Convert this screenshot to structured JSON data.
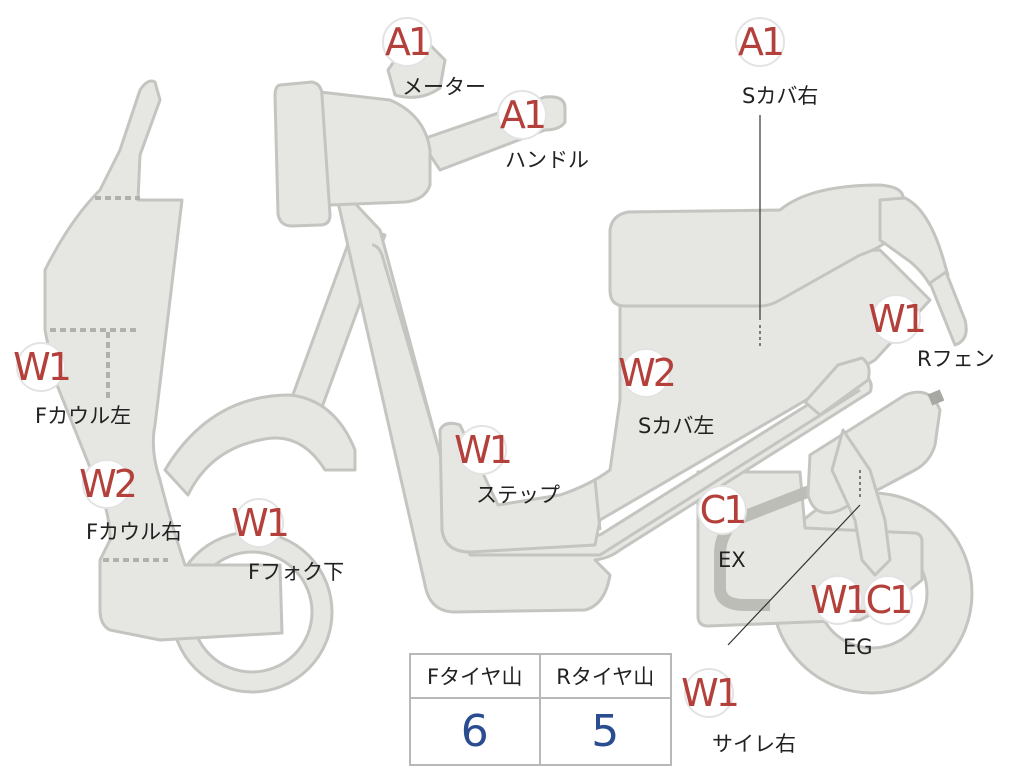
{
  "colors": {
    "body_fill": "#e6e6e2",
    "body_stroke": "#c4c4c0",
    "code_red": "#b3403a",
    "value_blue": "#2a4d8f"
  },
  "markers": [
    {
      "code": "A1",
      "label": "メーター"
    },
    {
      "code": "A1",
      "label": "ハンドル"
    },
    {
      "code": "A1",
      "label": "Sカバ右"
    },
    {
      "code": "W1",
      "label": "Rフェン"
    },
    {
      "code": "W1",
      "label": "Fカウル左"
    },
    {
      "code": "W2",
      "label": "Fカウル右"
    },
    {
      "code": "W1",
      "label": "Fフォク下"
    },
    {
      "code": "W2",
      "label": "Sカバ左"
    },
    {
      "code": "W1",
      "label": "ステップ"
    },
    {
      "code": "C1",
      "label": "EX"
    },
    {
      "code": "W1",
      "label": "EG"
    },
    {
      "code": "C1",
      "label": ""
    },
    {
      "code": "W1",
      "label": "サイレ右"
    }
  ],
  "tire_table": {
    "headers": [
      "Fタイヤ山",
      "Rタイヤ山"
    ],
    "values": [
      "6",
      "5"
    ]
  }
}
